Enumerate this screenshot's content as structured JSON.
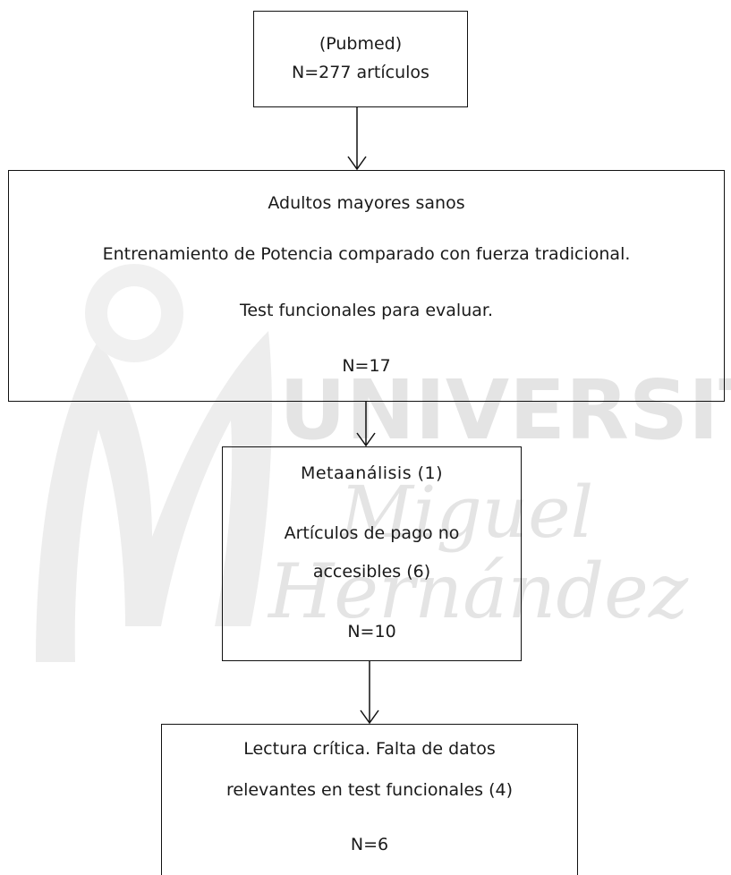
{
  "watermark": {
    "line1": "UNIVERSITAS",
    "line2": "Miguel",
    "line3": "Hernández"
  },
  "boxes": {
    "search": {
      "line1": "(Pubmed)",
      "line2": "N=277 artículos"
    },
    "criteria": {
      "line1": "Adultos mayores sanos",
      "line2": "Entrenamiento de Potencia  comparado con fuerza tradicional.",
      "line3": "Test funcionales para evaluar.",
      "count": "N=17"
    },
    "exclusion1": {
      "line1": "Metaanálisis (1)",
      "line2": "Artículos de pago no",
      "line3": "accesibles (6)",
      "count": "N=10"
    },
    "exclusion2": {
      "line1": "Lectura crítica. Falta de datos",
      "line2": "relevantes en test funcionales (4)",
      "count": "N=6"
    }
  }
}
